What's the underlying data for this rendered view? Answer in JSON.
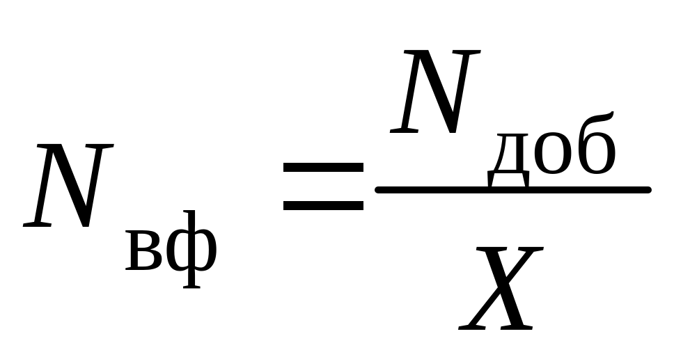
{
  "formula": {
    "lhs": {
      "variable": "N",
      "subscript": "вф"
    },
    "operator": "=",
    "numerator": {
      "variable": "N",
      "subscript": "доб"
    },
    "denominator": {
      "variable": "X"
    }
  },
  "colors": {
    "ink": "#000000",
    "background": "#ffffff"
  }
}
